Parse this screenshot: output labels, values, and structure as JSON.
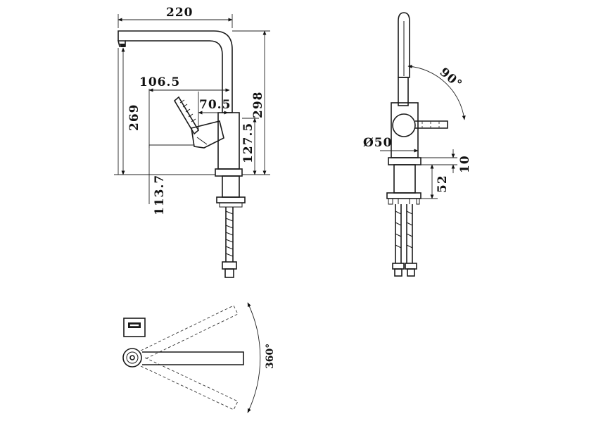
{
  "front_view": {
    "dim_width": "220",
    "dim_height_total": "298",
    "dim_height_spout": "269",
    "dim_lever_reach": "106.5",
    "dim_body_offset": "70.5",
    "dim_lever_height": "127.5",
    "dim_base_height": "113.7"
  },
  "side_view": {
    "dim_angle_lever": "90°",
    "dim_diameter": "Ø50",
    "dim_base_plate": "10",
    "dim_base_height": "52"
  },
  "top_view": {
    "dim_rotation": "360°"
  }
}
